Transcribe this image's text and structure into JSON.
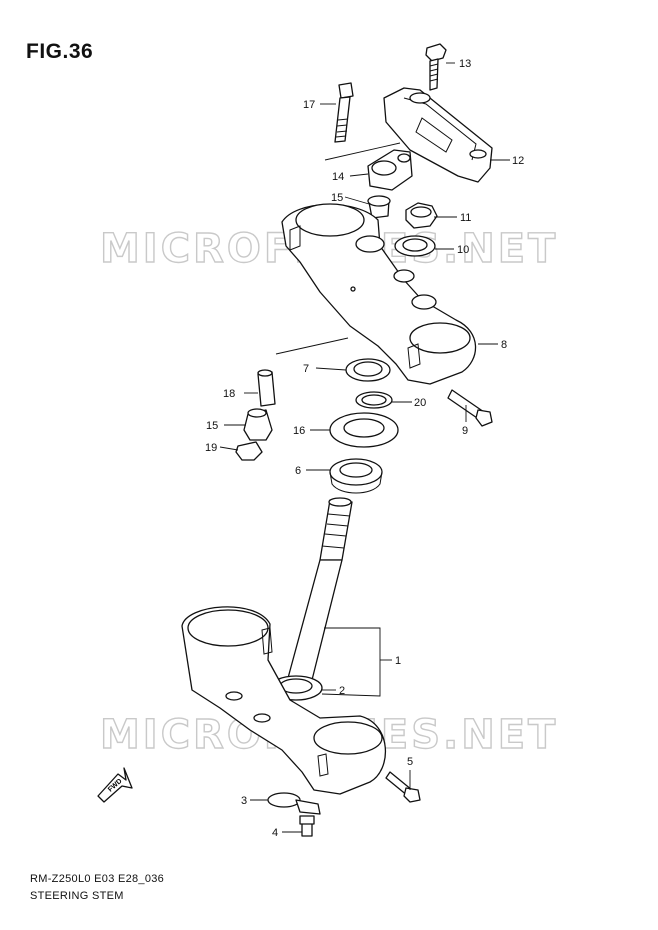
{
  "figure": {
    "title": "FIG.36",
    "drawing_code": "RM-Z250L0 E03 E28_036",
    "assembly_name": "STEERING STEM"
  },
  "watermark": {
    "text": "MICROFICHES.NET",
    "color": "#c9c9c9"
  },
  "fwd_mark": "FWD",
  "callouts": [
    {
      "id": "c13",
      "label": "13"
    },
    {
      "id": "c17",
      "label": "17"
    },
    {
      "id": "c12",
      "label": "12"
    },
    {
      "id": "c14",
      "label": "14"
    },
    {
      "id": "c15a",
      "label": "15"
    },
    {
      "id": "c11",
      "label": "11"
    },
    {
      "id": "c10",
      "label": "10"
    },
    {
      "id": "c8",
      "label": "8"
    },
    {
      "id": "c7",
      "label": "7"
    },
    {
      "id": "c20",
      "label": "20"
    },
    {
      "id": "c18",
      "label": "18"
    },
    {
      "id": "c9",
      "label": "9"
    },
    {
      "id": "c15b",
      "label": "15"
    },
    {
      "id": "c16",
      "label": "16"
    },
    {
      "id": "c19",
      "label": "19"
    },
    {
      "id": "c6",
      "label": "6"
    },
    {
      "id": "c1",
      "label": "1"
    },
    {
      "id": "c2",
      "label": "2"
    },
    {
      "id": "c5",
      "label": "5"
    },
    {
      "id": "c3",
      "label": "3"
    },
    {
      "id": "c4",
      "label": "4"
    }
  ]
}
